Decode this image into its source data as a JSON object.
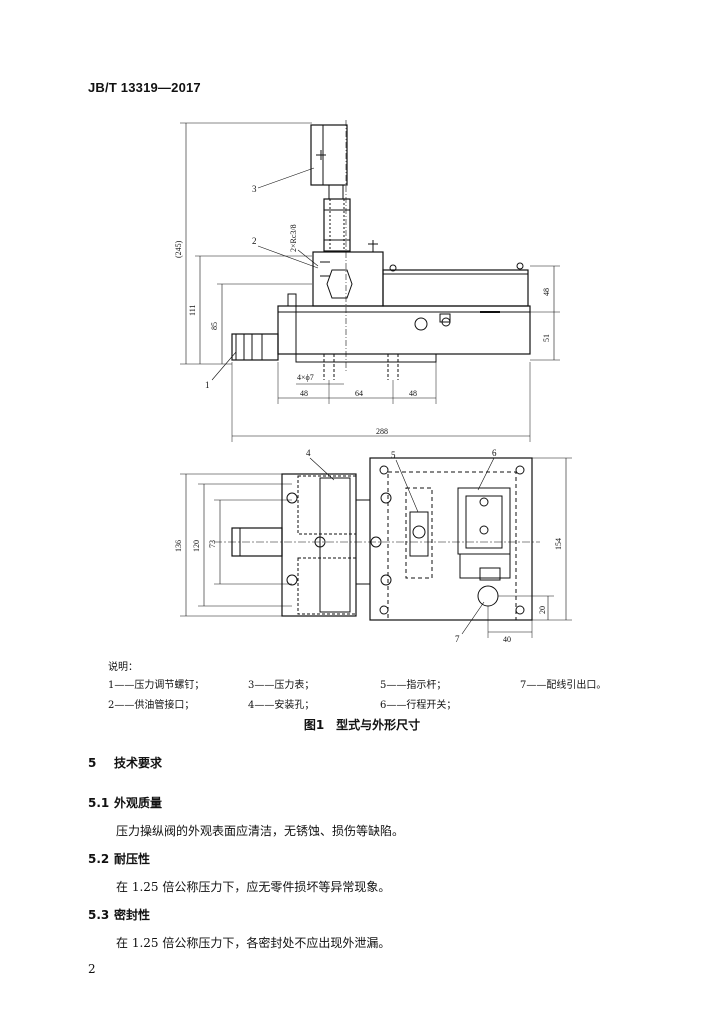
{
  "header": {
    "std_no": "JB/T 13319—2017"
  },
  "figure": {
    "side_view": {
      "dims": [
        "(245)",
        "111",
        "85",
        "48",
        "51",
        "48",
        "64",
        "48",
        "288"
      ],
      "callouts": [
        "1",
        "2",
        "3"
      ],
      "notes": [
        "2×Rc3/8",
        "4×ϕ7"
      ]
    },
    "top_view": {
      "dims": [
        "136",
        "120",
        "73",
        "154",
        "20",
        "40"
      ],
      "callouts": [
        "4",
        "5",
        "6",
        "7"
      ]
    },
    "legend_title": "说明：",
    "legend": [
      [
        "1——压力调节螺钉；",
        "3——压力表；",
        "5——指示杆；",
        "7——配线引出口。"
      ],
      [
        "2——供油管接口；",
        "4——安装孔；",
        "6——行程开关；",
        ""
      ]
    ],
    "caption": "图1　型式与外形尺寸"
  },
  "sections": [
    {
      "num": "5",
      "title": "技术要求"
    },
    {
      "num": "5.1",
      "title": "外观质量",
      "text": "压力操纵阀的外观表面应清洁，无锈蚀、损伤等缺陷。"
    },
    {
      "num": "5.2",
      "title": "耐压性",
      "text": "在 1.25 倍公称压力下，应无零件损坏等异常现象。"
    },
    {
      "num": "5.3",
      "title": "密封性",
      "text": "在 1.25 倍公称压力下，各密封处不应出现外泄漏。"
    }
  ],
  "page_number": "2"
}
